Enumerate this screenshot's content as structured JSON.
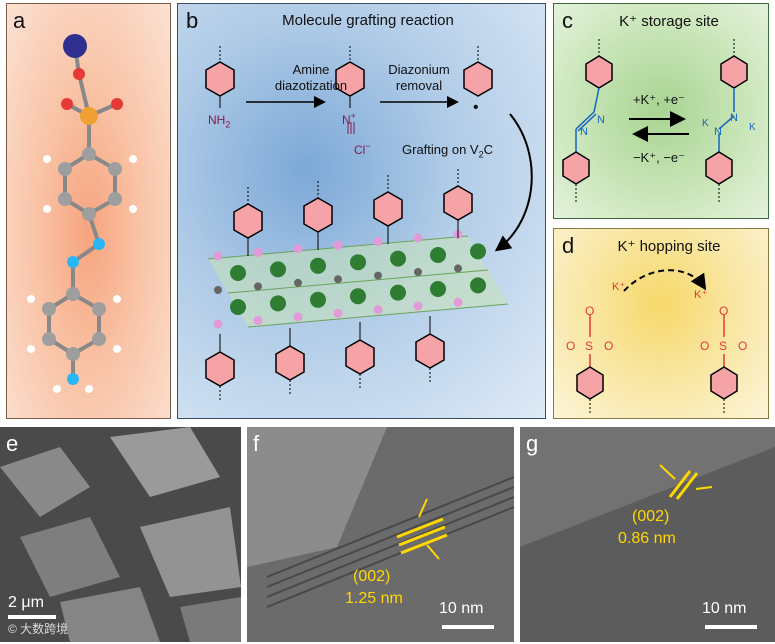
{
  "panels": {
    "a": {
      "label": "a"
    },
    "b": {
      "label": "b",
      "title": "Molecule grafting reaction",
      "step1_line1": "Amine",
      "step1_line2": "diazotization",
      "step2_line1": "Diazonium",
      "step2_line2": "removal",
      "nh2": "NH",
      "nh2_sub": "2",
      "n_label": "N",
      "n_plus": "+",
      "cl": "Cl",
      "cl_minus": "−",
      "radical": "•",
      "grafting_text": "Grafting on V",
      "grafting_sub": "2",
      "grafting_end": "C"
    },
    "c": {
      "label": "c",
      "title": "K⁺ storage site",
      "forward": "+K⁺, +e⁻",
      "backward": "−K⁺, −e⁻",
      "n": "N",
      "k": "K"
    },
    "d": {
      "label": "d",
      "title": "K⁺ hopping site",
      "k_plus": "K⁺",
      "o_minus": "O",
      "s": "S",
      "o": "O"
    },
    "e": {
      "label": "e",
      "scale": "2 μm",
      "watermark": "© 大数跨境"
    },
    "f": {
      "label": "f",
      "plane": "(002)",
      "spacing": "1.25 nm",
      "scale": "10 nm"
    },
    "g": {
      "label": "g",
      "plane": "(002)",
      "spacing": "0.86 nm",
      "scale": "10 nm"
    }
  },
  "colors": {
    "ring_fill": "#f6a3a8",
    "azo_blue": "#1565c0",
    "acid_red": "#e53935",
    "arrow": "#000000",
    "lattice_yellow": "#ffd800"
  }
}
